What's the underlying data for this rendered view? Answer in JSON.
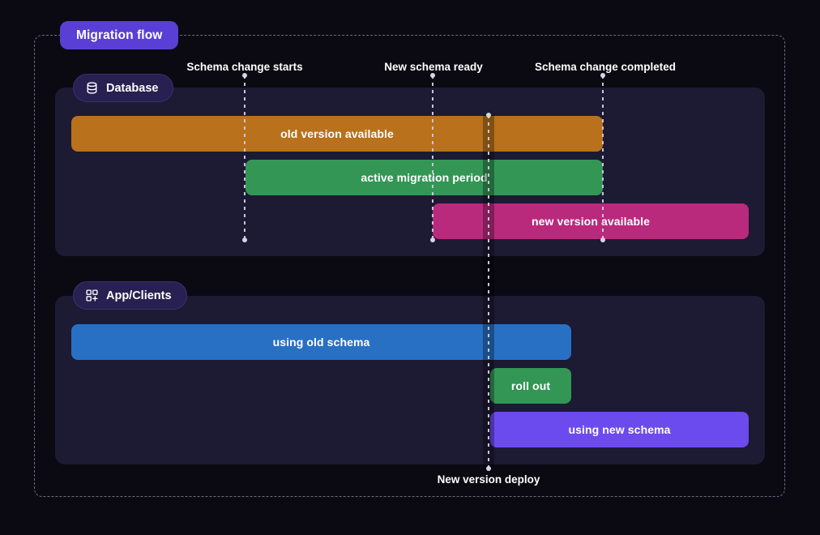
{
  "diagram": {
    "title": "Migration flow",
    "background_color": "#0b0912",
    "frame_color": "#6e6a85",
    "title_badge_color": "#5a3fd6"
  },
  "lanes": [
    {
      "id": "database",
      "label": "Database",
      "icon": "database-icon",
      "panel_color": "#1d1a33",
      "bars": [
        {
          "id": "old-version-available",
          "label": "old version available",
          "color": "#b9711b"
        },
        {
          "id": "active-migration-period",
          "label": "active migration period",
          "color": "#339655"
        },
        {
          "id": "new-version-available",
          "label": "new version available",
          "color": "#b92a7d"
        }
      ]
    },
    {
      "id": "app-clients",
      "label": "App/Clients",
      "icon": "apps-plus-icon",
      "panel_color": "#1d1a33",
      "bars": [
        {
          "id": "using-old-schema",
          "label": "using old schema",
          "color": "#2870c4"
        },
        {
          "id": "roll-out",
          "label": "roll out",
          "color": "#339655"
        },
        {
          "id": "using-new-schema",
          "label": "using new schema",
          "color": "#6c4bee"
        }
      ]
    }
  ],
  "markers": [
    {
      "id": "schema-change-starts",
      "label": "Schema change starts",
      "position": "top"
    },
    {
      "id": "new-schema-ready",
      "label": "New schema ready",
      "position": "top"
    },
    {
      "id": "schema-change-completed",
      "label": "Schema change completed",
      "position": "top"
    },
    {
      "id": "new-version-deploy",
      "label": "New version deploy",
      "position": "bottom"
    }
  ],
  "chart_data": {
    "type": "bar",
    "title": "Migration flow",
    "orientation": "horizontal-timeline",
    "xlabel": "",
    "ylabel": "",
    "grid": false,
    "legend": "none",
    "axis_unit": "pixels-on-canvas",
    "xlim": [
      88,
      924
    ],
    "milestones": [
      {
        "name": "Schema change starts",
        "x": 302
      },
      {
        "name": "New schema ready",
        "x": 534
      },
      {
        "name": "New version deploy",
        "x": 603
      },
      {
        "name": "Schema change completed",
        "x": 744
      }
    ],
    "series": [
      {
        "name": "Database",
        "bars": [
          {
            "label": "old version available",
            "start": 88,
            "end": 744,
            "color": "#b9711b"
          },
          {
            "label": "active migration period",
            "start": 303,
            "end": 744,
            "color": "#339655"
          },
          {
            "label": "new version available",
            "start": 534,
            "end": 924,
            "color": "#b92a7d"
          }
        ]
      },
      {
        "name": "App/Clients",
        "bars": [
          {
            "label": "using old schema",
            "start": 88,
            "end": 705,
            "color": "#2870c4"
          },
          {
            "label": "roll out",
            "start": 605,
            "end": 705,
            "color": "#339655"
          },
          {
            "label": "using new schema",
            "start": 605,
            "end": 924,
            "color": "#6c4bee"
          }
        ]
      }
    ]
  }
}
